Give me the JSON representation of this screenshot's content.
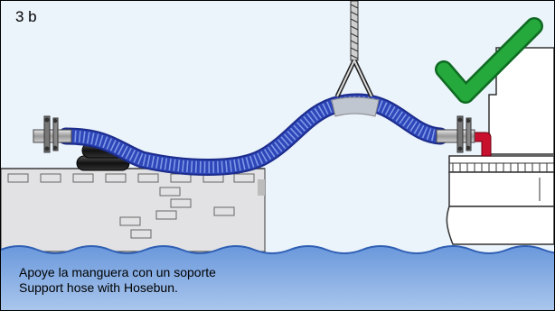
{
  "step": {
    "label": "3 b"
  },
  "caption": {
    "line_es": "Apoye la manguera con un soporte",
    "line_en": "Support hose with Hosebun."
  },
  "status": {
    "icon": "checkmark-icon",
    "meaning": "correct"
  },
  "colors": {
    "hose": "#2438a8",
    "hose_highlight": "#6f8ee6",
    "water": "#5f8ed6",
    "check": "#1f9a35",
    "support": "#1a1a1a",
    "red_pipe": "#c8102e",
    "quay": "#e2e2e4"
  }
}
